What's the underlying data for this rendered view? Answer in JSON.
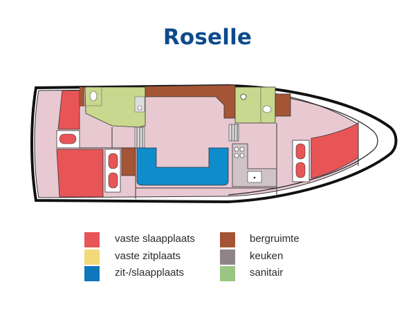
{
  "title": "Roselle",
  "colors": {
    "title": "#0d4a8c",
    "vaste_slaapplaats": "#e85557",
    "vaste_zitplaats": "#f2d97a",
    "zit_slaapplaats": "#0f77bb",
    "bergruimte": "#a45535",
    "keuken": "#8e8486",
    "sanitair": "#9ac583",
    "floor": "#e8c9d2",
    "hull": "#111111"
  },
  "legend": {
    "left": [
      {
        "label": "vaste slaapplaats",
        "color": "#e85557"
      },
      {
        "label": "vaste zitplaats",
        "color": "#f2d97a"
      },
      {
        "label": "zit-/slaapplaats",
        "color": "#0f77bb"
      }
    ],
    "right": [
      {
        "label": "bergruimte",
        "color": "#a45535"
      },
      {
        "label": "keuken",
        "color": "#8e8486"
      },
      {
        "label": "sanitair",
        "color": "#9ac583"
      }
    ]
  }
}
